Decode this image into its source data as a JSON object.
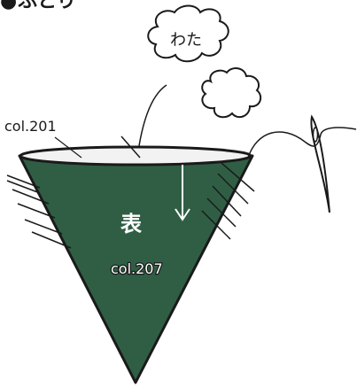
{
  "step_mark": "●",
  "step_title": "ふとり",
  "cloud_label": "わた",
  "rim_color_code": "col.201",
  "face_label": "表",
  "body_color_code": "col.207",
  "colors": {
    "cone_fill": "#2f5e45",
    "rim_fill": "#f2f2f2",
    "ink": "#1a1a1a"
  },
  "icons": [
    "cotton-cloud",
    "needle",
    "arrow-down"
  ]
}
